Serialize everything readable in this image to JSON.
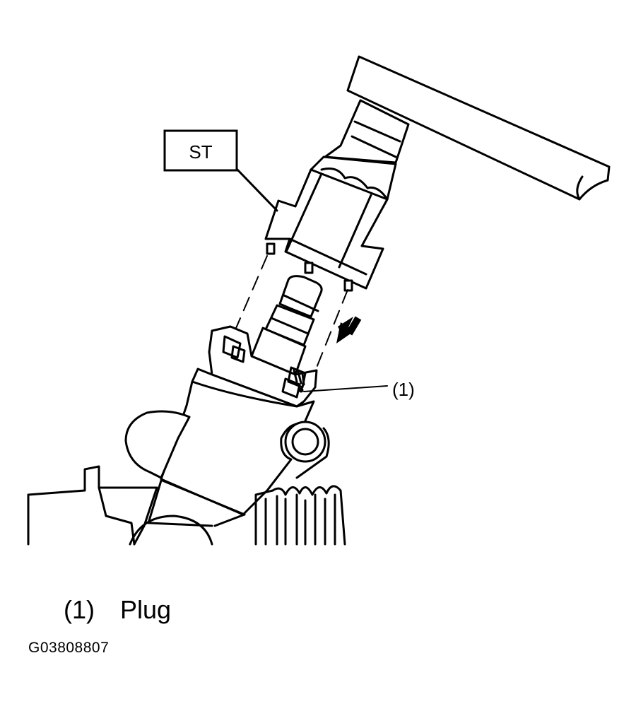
{
  "diagram": {
    "tool_label": "ST",
    "callout_label": "(1)",
    "stroke_color": "#000000",
    "background_color": "#ffffff",
    "arrow_icon": "down-left-arrow-icon"
  },
  "legend": [
    {
      "number": "(1)",
      "text": "Plug"
    }
  ],
  "figure_code": "G03808807"
}
